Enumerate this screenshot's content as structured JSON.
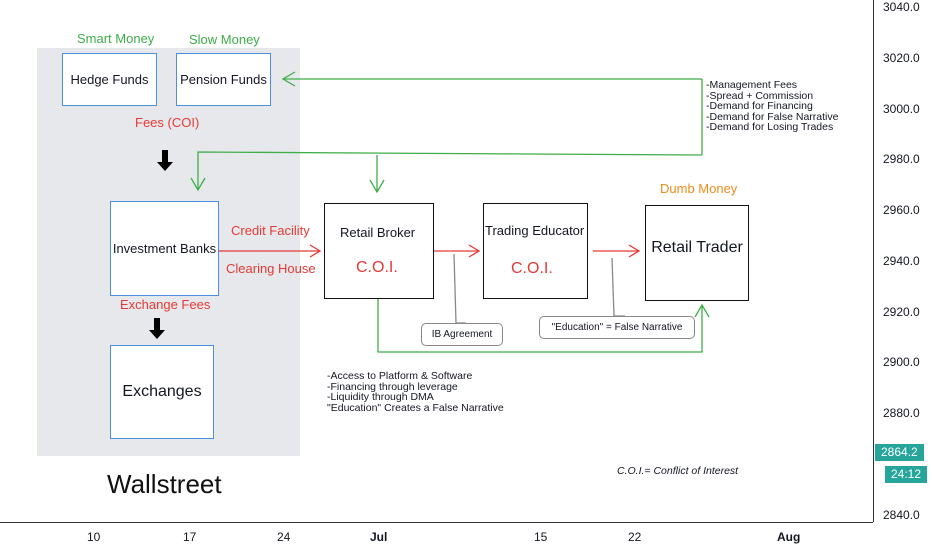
{
  "labels": {
    "smart_money": "Smart Money",
    "slow_money": "Slow Money",
    "fees_coi": "Fees (COI)",
    "credit_facility": "Credit Facility",
    "clearing_house": "Clearing House",
    "exchange_fees": "Exchange Fees",
    "dumb_money": "Dumb Money",
    "wallstreet": "Wallstreet",
    "coi_note": "C.O.I.= Conflict of Interest"
  },
  "boxes": {
    "hedge_funds": "Hedge Funds",
    "pension_funds": "Pension Funds",
    "investment_banks": "Investment Banks",
    "exchanges": "Exchanges",
    "retail_broker": "Retail Broker",
    "retail_broker_coi": "C.O.I.",
    "trading_educator": "Trading Educator",
    "trading_educator_coi": "C.O.I.",
    "retail_trader": "Retail Trader"
  },
  "fee_list": [
    "-Management Fees",
    "-Spread + Commission",
    "-Demand for Financing",
    "-Demand for False Narrative",
    "-Demand for Losing Trades"
  ],
  "broker_offer_list": [
    "-Access to Platform & Software",
    "-Financing through leverage",
    "-Liquidity through DMA",
    "\"Education\" Creates a False Narrative"
  ],
  "callouts": {
    "ib_agreement": "IB Agreement",
    "education_narrative": "\"Education\" = False Narrative"
  },
  "price_axis": {
    "ticks": [
      "3040.0",
      "3020.0",
      "3000.0",
      "2980.0",
      "2960.0",
      "2940.0",
      "2920.0",
      "2900.0",
      "2880.0",
      "2840.0"
    ],
    "last_price": "2864.2",
    "countdown": "24:12"
  },
  "time_axis": {
    "ticks": [
      "10",
      "17",
      "24",
      "Jul",
      "15",
      "22",
      "Aug"
    ]
  },
  "colors": {
    "green": "#3fae49",
    "red": "#e53935",
    "orange": "#f08c1a",
    "panel": "#e6e8eb",
    "badge": "#26a69a"
  }
}
